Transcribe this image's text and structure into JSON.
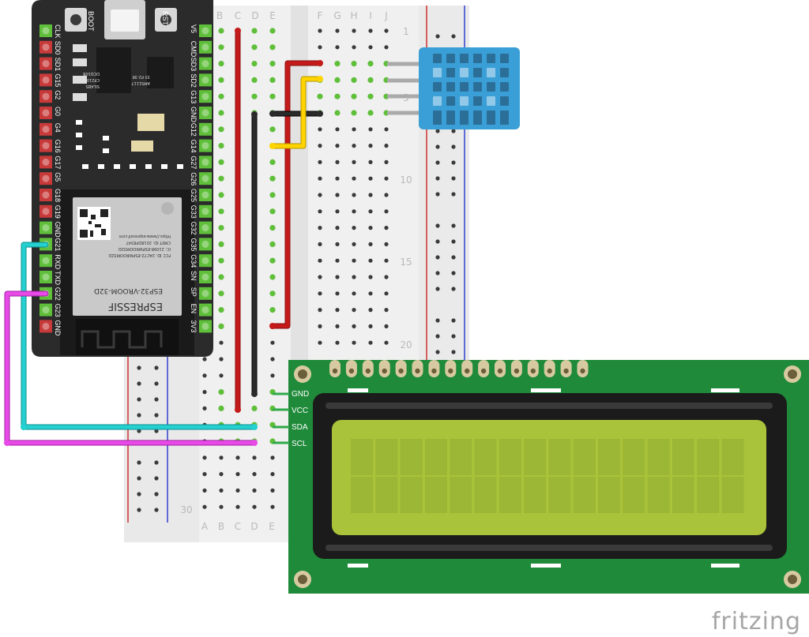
{
  "esp32": {
    "left_pins": [
      "CLK",
      "SD0",
      "SD1",
      "G15",
      "G2",
      "G0",
      "G4",
      "G16",
      "G17",
      "G5",
      "G18",
      "G19",
      "GND",
      "G21",
      "RXD",
      "TXD",
      "G22",
      "G23",
      "GND"
    ],
    "right_pins": [
      "V5",
      "CMD",
      "SD3",
      "SD2",
      "G13",
      "GND",
      "G12",
      "G14",
      "G27",
      "G26",
      "G25",
      "G33",
      "G32",
      "G35",
      "G34",
      "SN",
      "SP",
      "EN",
      "3V3"
    ],
    "boot_label": "BOOT",
    "rst_label": "RST",
    "module_lines": [
      "ESPRESSIF",
      "ESP32-VROOM-32D",
      "FCC ID: 2AC7Z-ESPWROOM32D",
      "IC: 21098-ESPWROOM32D",
      "CMIIT ID: 2018DP8347",
      "https://www.espressif.com"
    ],
    "chip_lines": [
      "AMS1117",
      "33 P2-38",
      "SILABS",
      "CP2102",
      "DCD10B"
    ]
  },
  "breadboard": {
    "columns_left": [
      "A",
      "B",
      "C",
      "D",
      "E"
    ],
    "columns_right": [
      "F",
      "G",
      "H",
      "I",
      "J"
    ],
    "row_numbers": [
      "1",
      "5",
      "10",
      "15",
      "20",
      "30"
    ]
  },
  "lcd": {
    "pin_labels": [
      "GND",
      "VCC",
      "SDA",
      "SCL"
    ]
  },
  "watermark": "fritzing",
  "colors": {
    "board": "#2b2b2b",
    "pin_green": "#5fbf3a",
    "pin_red": "#c83a3a",
    "wire_red": "#b81212",
    "wire_black": "#1f1f1f",
    "wire_yellow": "#ffd400",
    "wire_cyan": "#22c7c7",
    "wire_magenta": "#e23de2",
    "sensor_blue": "#3a9fd6",
    "pcb_green": "#1f8a3a",
    "lcd_screen": "#a9c43a"
  }
}
